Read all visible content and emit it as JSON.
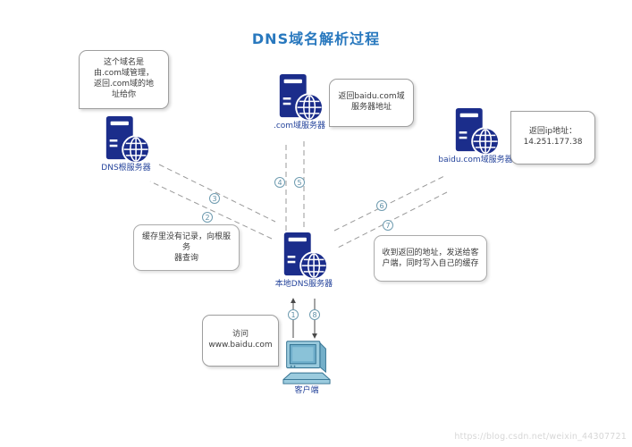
{
  "title": "DNS域名解析过程",
  "watermark": "https://blog.csdn.net/weixin_44307721",
  "nodes": {
    "root": {
      "label": "DNS根服务器"
    },
    "com": {
      "label": ".com域服务器"
    },
    "baidu": {
      "label": "baidu.com域服务器"
    },
    "local": {
      "label": "本地DNS服务器"
    },
    "client": {
      "label": "客户端"
    }
  },
  "callouts": {
    "root_hint": {
      "lines": [
        "这个域名是",
        "由.com域管理，",
        "返回.com域的地",
        "址给你"
      ]
    },
    "com_reply": {
      "lines": [
        "返回baidu.com域",
        "服务器地址"
      ]
    },
    "baidu_reply": {
      "lines": [
        "返回ip地址：",
        "14.251.177.38"
      ]
    },
    "client_request": {
      "lines": [
        "访问",
        "www.baidu.com"
      ]
    }
  },
  "notes": {
    "no_cache": {
      "lines": [
        "缓存里没有记录，向根服务",
        "器查询"
      ]
    },
    "reply_client": {
      "lines": [
        "收到返回的地址，发送给客",
        "户端，同时写入自己的缓存"
      ]
    }
  },
  "steps": {
    "s1": "1",
    "s2": "2",
    "s3": "3",
    "s4": "4",
    "s5": "5",
    "s6": "6",
    "s7": "7",
    "s8": "8"
  },
  "colors": {
    "title_blue": "#2878be",
    "server_navy": "#1b2d8b",
    "node_label_blue": "#24439b",
    "client_blue": "#9bcbde",
    "dashed_line_gray": "#9a9a9a",
    "solid_arrow_gray": "#4a4a4a",
    "badge_teal": "#5e8fa6",
    "watermark_gray": "#d7d7d7"
  }
}
